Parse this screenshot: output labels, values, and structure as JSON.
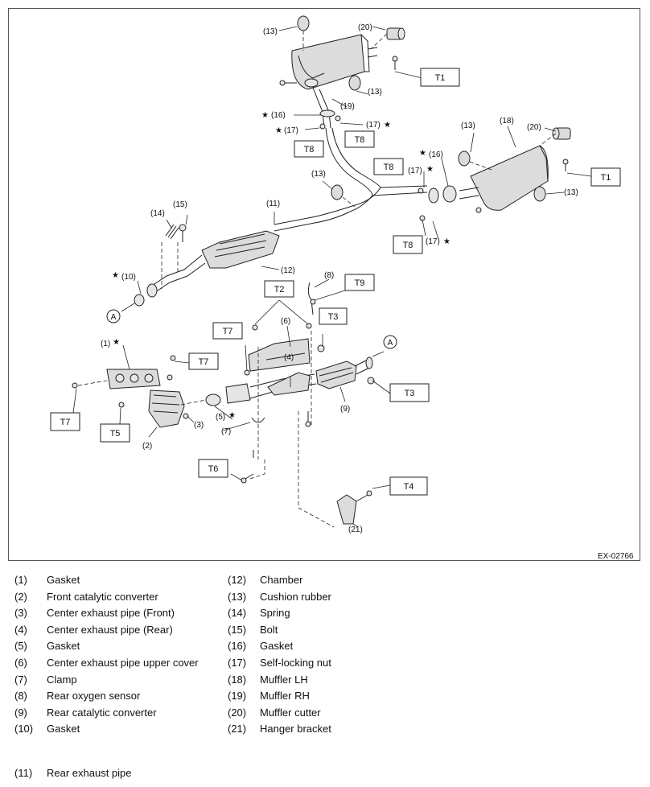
{
  "diagram": {
    "code": "EX-02766",
    "star": "★",
    "labels": {
      "p13a": "(13)",
      "p20a": "(20)",
      "p13b": "(13)",
      "p19": "(19)",
      "p16a": "(16)",
      "p17a": "(17)",
      "p17b": "(17)",
      "p13c": "(13)",
      "p18": "(18)",
      "p20b": "(20)",
      "p16b": "(16)",
      "p17c": "(17)",
      "p13d": "(13)",
      "p13e": "(13)",
      "p17d": "(17)",
      "p15": "(15)",
      "p14": "(14)",
      "p11": "(11)",
      "p12": "(12)",
      "p10": "(10)",
      "p8": "(8)",
      "p6": "(6)",
      "p1": "(1)",
      "p4": "(4)",
      "p9": "(9)",
      "p5": "(5)",
      "p3": "(3)",
      "p7": "(7)",
      "p2": "(2)",
      "p21": "(21)"
    },
    "torque": {
      "t1a": "T1",
      "t1b": "T1",
      "t8a": "T8",
      "t8b": "T8",
      "t8c": "T8",
      "t8d": "T8",
      "t9": "T9",
      "t2": "T2",
      "t3a": "T3",
      "t3b": "T3",
      "t7a": "T7",
      "t7b": "T7",
      "t7c": "T7",
      "t5": "T5",
      "t6": "T6",
      "t4": "T4"
    },
    "refs": {
      "a1": "A",
      "a2": "A"
    }
  },
  "legend": {
    "left": [
      {
        "num": "(1)",
        "name": "Gasket"
      },
      {
        "num": "(2)",
        "name": "Front catalytic converter"
      },
      {
        "num": "(3)",
        "name": "Center exhaust pipe (Front)"
      },
      {
        "num": "(4)",
        "name": "Center exhaust pipe (Rear)"
      },
      {
        "num": "(5)",
        "name": "Gasket"
      },
      {
        "num": "(6)",
        "name": "Center exhaust pipe upper cover"
      },
      {
        "num": "(7)",
        "name": "Clamp"
      },
      {
        "num": "(8)",
        "name": "Rear oxygen sensor"
      },
      {
        "num": "(9)",
        "name": "Rear catalytic converter"
      },
      {
        "num": "(10)",
        "name": "Gasket"
      }
    ],
    "right": [
      {
        "num": "(12)",
        "name": "Chamber"
      },
      {
        "num": "(13)",
        "name": "Cushion rubber"
      },
      {
        "num": "(14)",
        "name": "Spring"
      },
      {
        "num": "(15)",
        "name": "Bolt"
      },
      {
        "num": "(16)",
        "name": "Gasket"
      },
      {
        "num": "(17)",
        "name": "Self-locking nut"
      },
      {
        "num": "(18)",
        "name": "Muffler LH"
      },
      {
        "num": "(19)",
        "name": "Muffler RH"
      },
      {
        "num": "(20)",
        "name": "Muffler cutter"
      },
      {
        "num": "(21)",
        "name": "Hanger bracket"
      }
    ],
    "extra": [
      {
        "num": "(11)",
        "name": "Rear exhaust pipe"
      }
    ]
  }
}
